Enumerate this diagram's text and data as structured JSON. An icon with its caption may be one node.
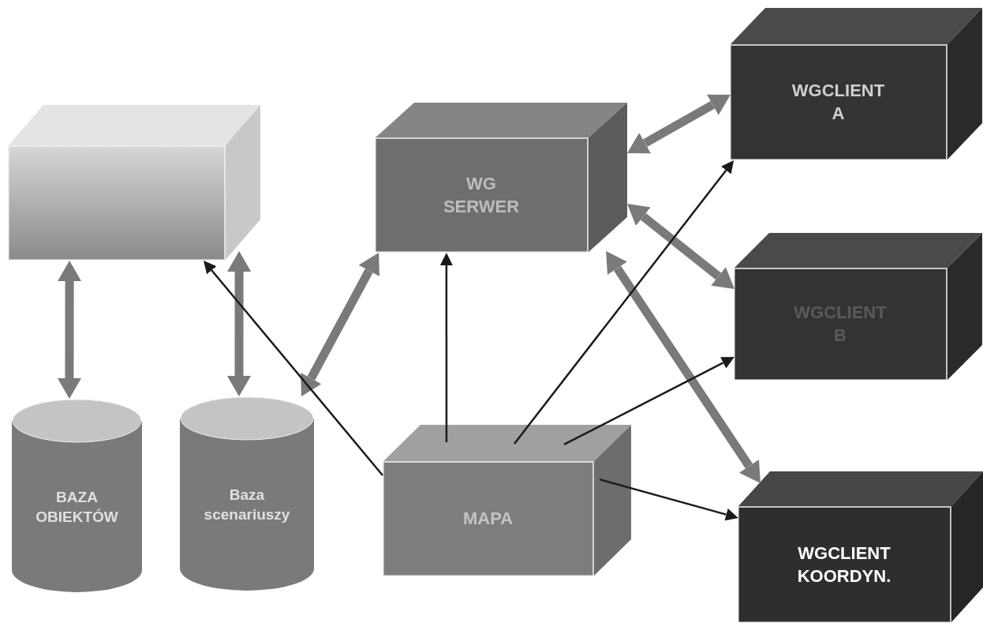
{
  "diagram": {
    "nodes": [
      {
        "text": [],
        "shape": "box"
      },
      {
        "text": [
          "WG SERWER"
        ]
      },
      {
        "text": [
          "WGCLIENT A"
        ]
      },
      {
        "text": [
          "WGCLIENT B"
        ]
      },
      {
        "text": [
          "BAZA OBIEKTÓW"
        ]
      },
      {
        "text": [
          "Baza scenariuszy"
        ]
      },
      {
        "text": [
          "MAPA"
        ]
      },
      {
        "text": [
          "WGCLIENT KOORDYN."
        ]
      }
    ],
    "edges": [
      {
        "from": 0,
        "to": 4,
        "arrow": "both"
      },
      {
        "from": 0,
        "to": 5,
        "arrow": "both"
      },
      {
        "from": 1,
        "to": 5,
        "arrow": "both"
      },
      {
        "from": 1,
        "to": 2,
        "arrow": "both"
      },
      {
        "from": 1,
        "to": 3,
        "arrow": "both"
      },
      {
        "from": 1,
        "to": 7,
        "arrow": "both"
      },
      {
        "from": 6,
        "to": 0,
        "arrow": "to",
        "color": "#1a1a1a"
      },
      {
        "from": 6,
        "to": 1,
        "arrow": "to",
        "color": "#1a1a1a"
      },
      {
        "from": 6,
        "to": 2,
        "arrow": "to",
        "color": "#1a1a1a"
      },
      {
        "from": 6,
        "to": 3,
        "arrow": "to",
        "color": "#1a1a1a"
      },
      {
        "from": 6,
        "to": 7,
        "arrow": "to",
        "color": "#1a1a1a"
      }
    ]
  }
}
